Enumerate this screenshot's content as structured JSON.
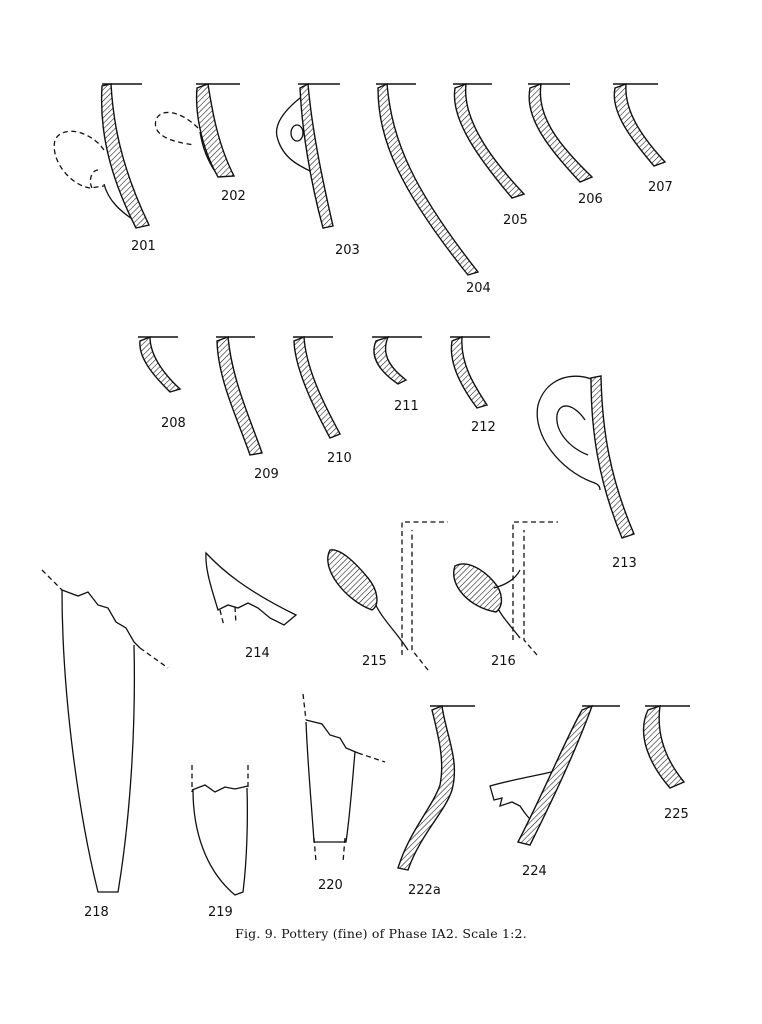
{
  "figure": {
    "caption": "Fig. 9.  Pottery (fine) of Phase IA2.  Scale 1:2."
  },
  "sherds": [
    {
      "id": "201",
      "label": "201"
    },
    {
      "id": "202",
      "label": "202"
    },
    {
      "id": "203",
      "label": "203"
    },
    {
      "id": "204",
      "label": "204"
    },
    {
      "id": "205",
      "label": "205"
    },
    {
      "id": "206",
      "label": "206"
    },
    {
      "id": "207",
      "label": "207"
    },
    {
      "id": "208",
      "label": "208"
    },
    {
      "id": "209",
      "label": "209"
    },
    {
      "id": "210",
      "label": "210"
    },
    {
      "id": "211",
      "label": "211"
    },
    {
      "id": "212",
      "label": "212"
    },
    {
      "id": "213",
      "label": "213"
    },
    {
      "id": "214",
      "label": "214"
    },
    {
      "id": "215",
      "label": "215"
    },
    {
      "id": "216",
      "label": "216"
    },
    {
      "id": "218",
      "label": "218"
    },
    {
      "id": "219",
      "label": "219"
    },
    {
      "id": "220",
      "label": "220"
    },
    {
      "id": "222a",
      "label": "222a"
    },
    {
      "id": "224",
      "label": "224"
    },
    {
      "id": "225",
      "label": "225"
    }
  ]
}
